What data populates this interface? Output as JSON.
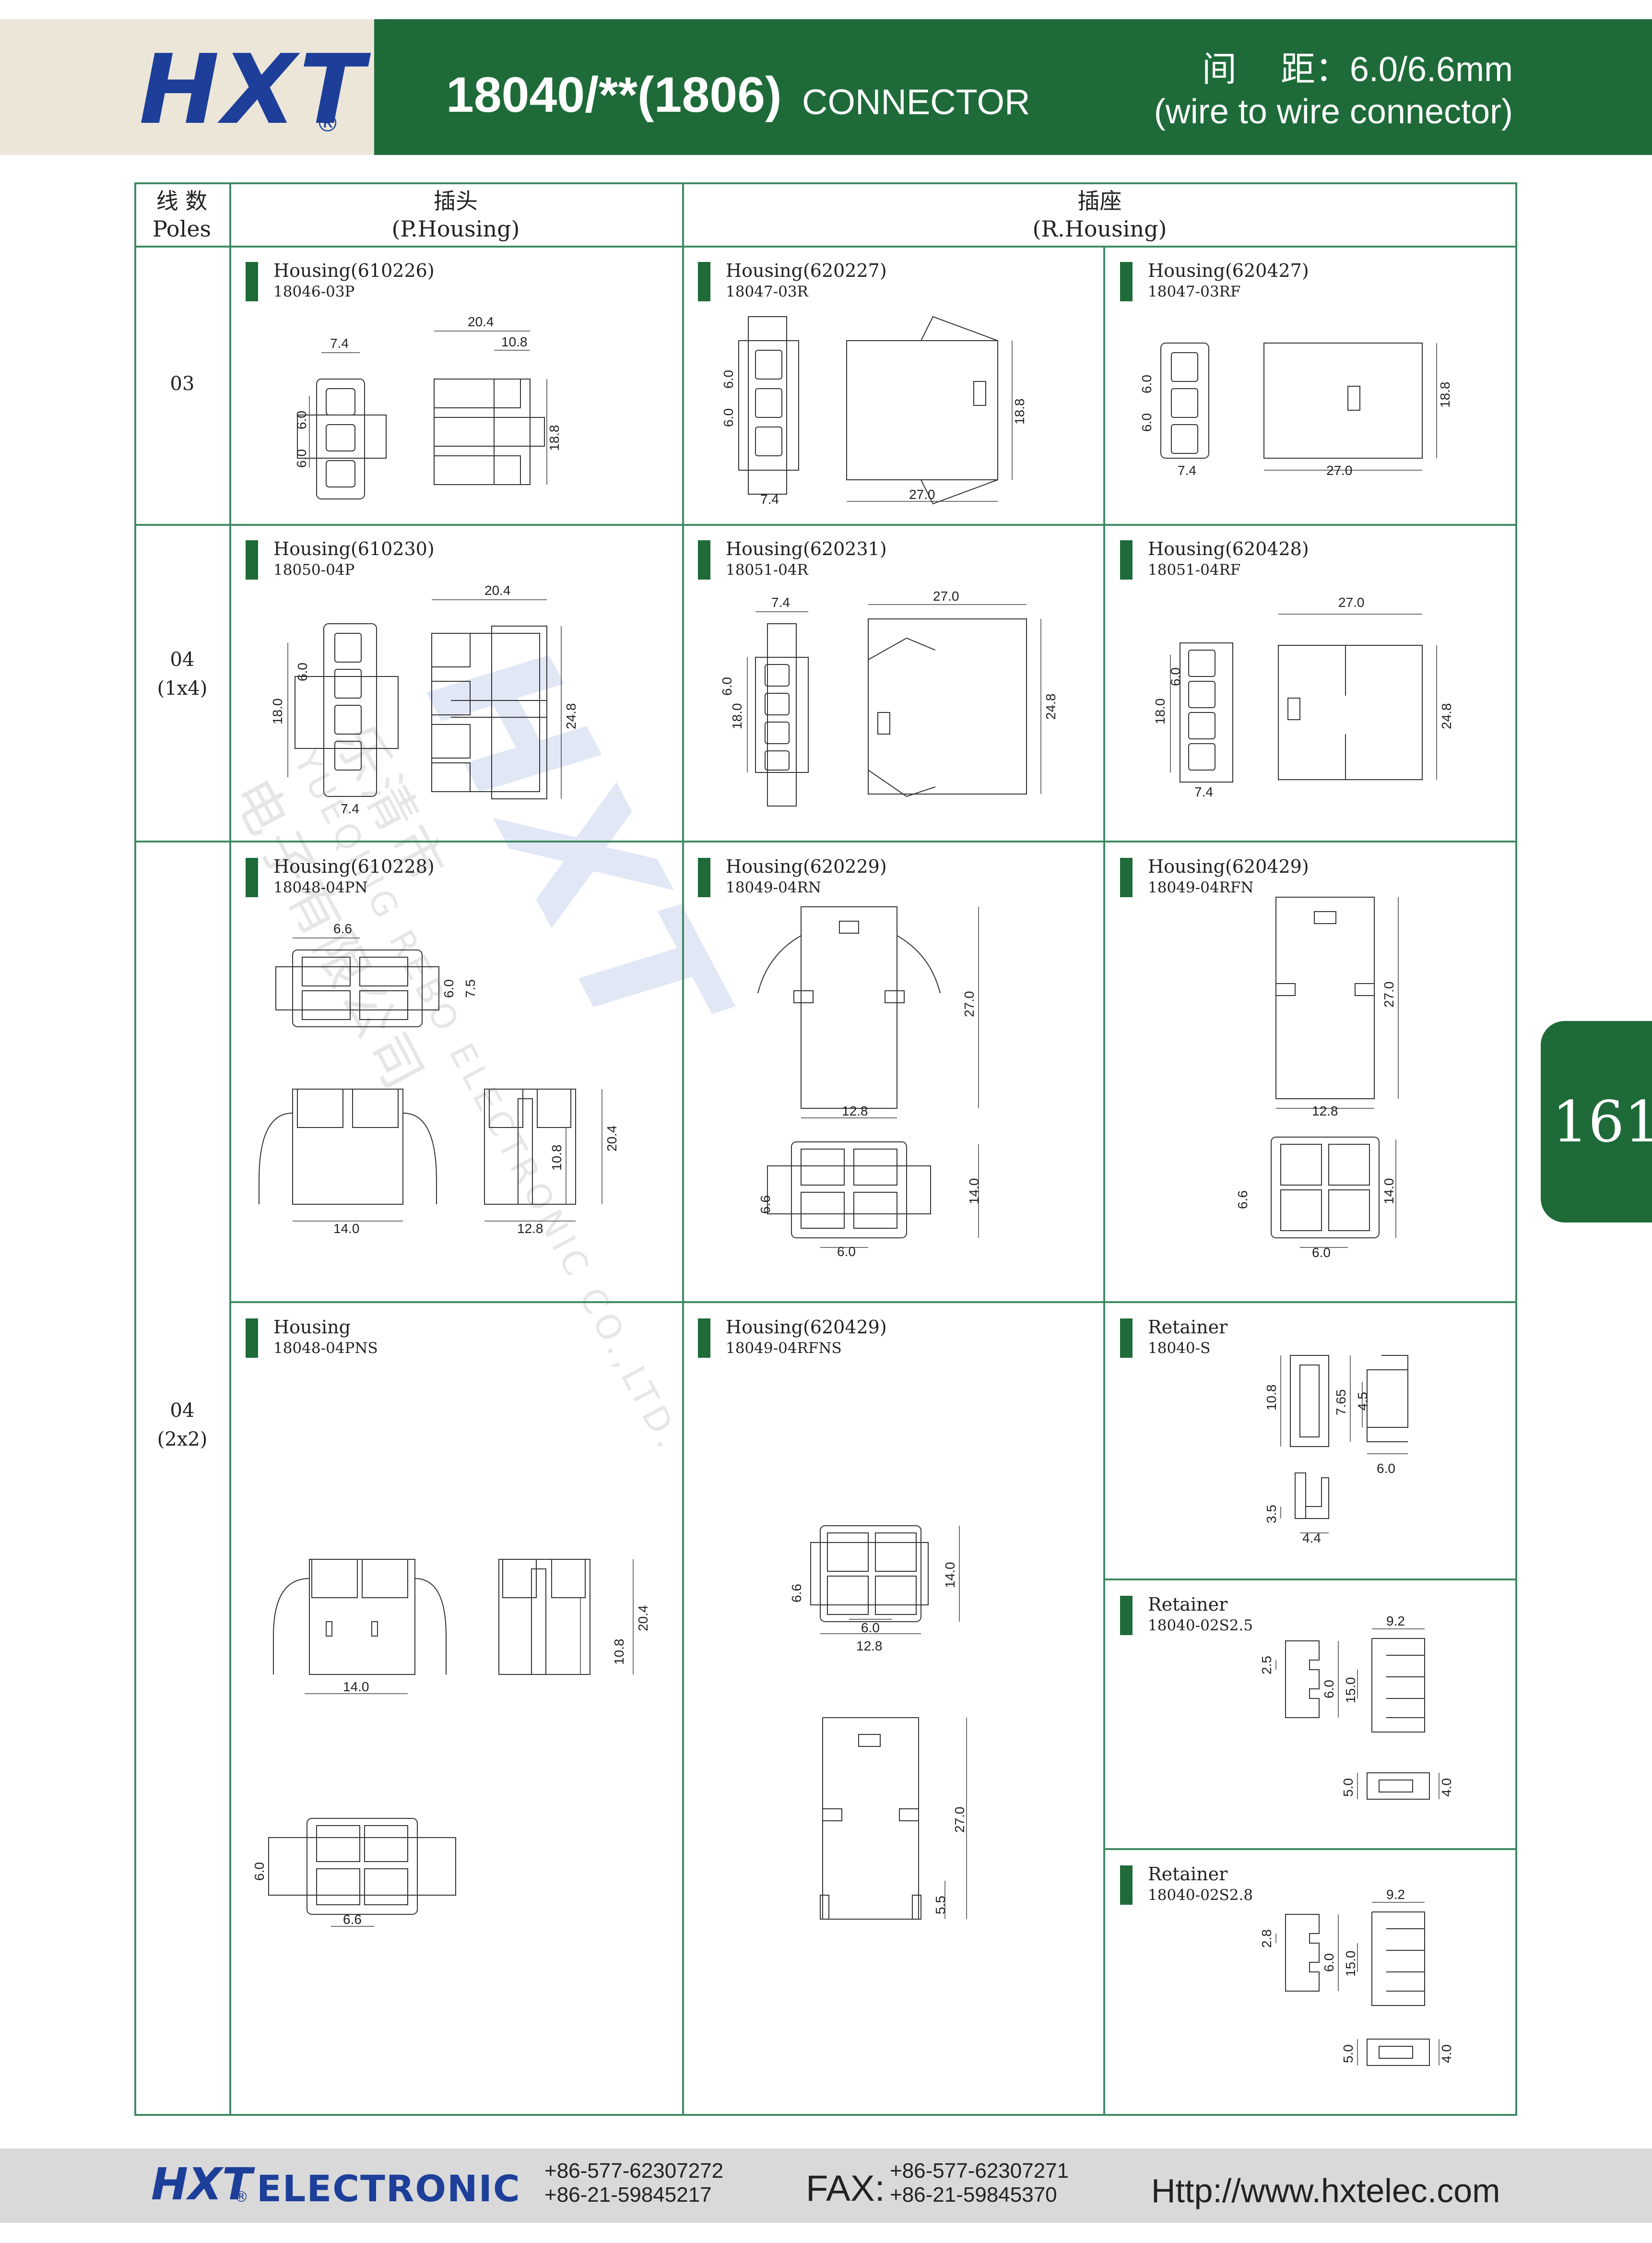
{
  "header": {
    "logo": "HXT",
    "logo_mark": "®",
    "title_main": "18040/**(1806)",
    "title_sub": "CONNECTOR",
    "pitch_line": "间　 距：6.0/6.6mm",
    "type_line": "(wire to wire connector)"
  },
  "table": {
    "col_poles_cn": "线 数",
    "col_poles_en": "Poles",
    "col_plug_cn": "插头",
    "col_plug_en": "(P.Housing)",
    "col_recept_cn": "插座",
    "col_recept_en": "(R.Housing)"
  },
  "poles": {
    "row1": "03",
    "row2_a": "04",
    "row2_b": "(1x4)",
    "row3_a": "04",
    "row3_b": "(2x2)"
  },
  "cells": {
    "c11": {
      "title": "Housing(610226)",
      "part": "18046-03P"
    },
    "c12": {
      "title": "Housing(620227)",
      "part": "18047-03R"
    },
    "c13": {
      "title": "Housing(620427)",
      "part": "18047-03RF"
    },
    "c21": {
      "title": "Housing(610230)",
      "part": "18050-04P"
    },
    "c22": {
      "title": "Housing(620231)",
      "part": "18051-04R"
    },
    "c23": {
      "title": "Housing(620428)",
      "part": "18051-04RF"
    },
    "c31": {
      "title": "Housing(610228)",
      "part": "18048-04PN"
    },
    "c32": {
      "title": "Housing(620229)",
      "part": "18049-04RN"
    },
    "c33": {
      "title": "Housing(620429)",
      "part": "18049-04RFN"
    },
    "c41": {
      "title": "Housing",
      "part": "18048-04PNS"
    },
    "c42": {
      "title": "Housing(620429)",
      "part": "18049-04RFNS"
    },
    "c43": {
      "title": "Retainer",
      "part": "18040-S"
    },
    "c44": {
      "title": "Retainer",
      "part": "18040-02S2.5"
    },
    "c45": {
      "title": "Retainer",
      "part": "18040-02S2.8"
    }
  },
  "dims": {
    "d_7_4": "7.4",
    "d_6_0": "6.0",
    "d_20_4": "20.4",
    "d_10_8": "10.8",
    "d_18_8": "18.8",
    "d_27_0": "27.0",
    "d_18_0": "18.0",
    "d_24_8": "24.8",
    "d_6_6": "6.6",
    "d_7_5": "7.5",
    "d_14_0": "14.0",
    "d_12_8": "12.8",
    "d_7_65": "7.65",
    "d_4_5": "4.5",
    "d_3_5": "3.5",
    "d_4_4": "4.4",
    "d_9_2": "9.2",
    "d_2_5": "2.5",
    "d_15_0": "15.0",
    "d_5_0": "5.0",
    "d_4_0": "4.0",
    "d_2_8": "2.8",
    "d_5_5": "5.5"
  },
  "watermark": {
    "logo": "HXT",
    "line1": "乐清市",
    "line2": "YUEQING REBO ELECTRONIC CO.,LTD.",
    "line3": "电子有限公司"
  },
  "page_number": "161",
  "footer": {
    "logo": "HXT",
    "logo_mark": "®",
    "company": "ELECTRONIC",
    "phone1": "+86-577-62307272",
    "phone2": "+86-21-59845217",
    "fax_label": "FAX:",
    "fax1": "+86-577-62307271",
    "fax2": "+86-21-59845370",
    "url": "Http://www.hxtelec.com"
  },
  "colors": {
    "brand_green": "#1e6b39",
    "table_line": "#3f8a63",
    "logo_blue": "#1d3f9a",
    "logo_bg": "#ece6d9",
    "footer_bg": "#d9d9d9"
  }
}
